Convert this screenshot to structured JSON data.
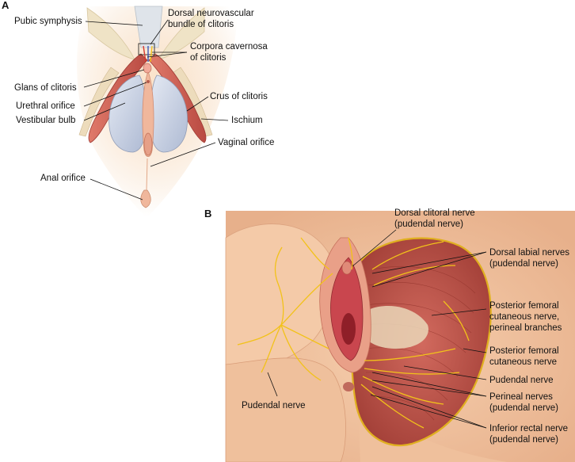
{
  "panels": {
    "a": {
      "letter": "A"
    },
    "b": {
      "letter": "B"
    }
  },
  "labels_a": {
    "pubic_symphysis": "Pubic symphysis",
    "dorsal_bundle": "Dorsal neurovascular\nbundle of clitoris",
    "corpora_cavernosa": "Corpora cavernosa\nof clitoris",
    "glans": "Glans of clitoris",
    "urethral_orifice": "Urethral orifice",
    "vestibular_bulb": "Vestibular bulb",
    "crus": "Crus of clitoris",
    "ischium": "Ischium",
    "vaginal_orifice": "Vaginal orifice",
    "anal_orifice": "Anal orifice"
  },
  "labels_b": {
    "dorsal_clitoral_nerve": "Dorsal clitoral nerve\n(pudendal nerve)",
    "dorsal_labial_nerves": "Dorsal labial nerves\n(pudendal nerve)",
    "posterior_femoral_perineal": "Posterior femoral\ncutaneous nerve,\nperineal branches",
    "posterior_femoral": "Posterior femoral\ncutaneous nerve",
    "pudendal_nerve_right": "Pudendal nerve",
    "perineal_nerves": "Perineal nerves\n(pudendal nerve)",
    "inferior_rectal_nerve": "Inferior rectal nerve\n(pudendal nerve)",
    "pudendal_nerve_left": "Pudendal nerve"
  },
  "colors": {
    "skin": "#f2c8a4",
    "skin_shadow": "#e0a884",
    "muscle": "#c4524a",
    "muscle_dark": "#9e3a34",
    "nerve": "#f2c21a",
    "bulb": "#c9d3e6",
    "bone": "#efe3c6",
    "mucosa": "#d2505a"
  }
}
